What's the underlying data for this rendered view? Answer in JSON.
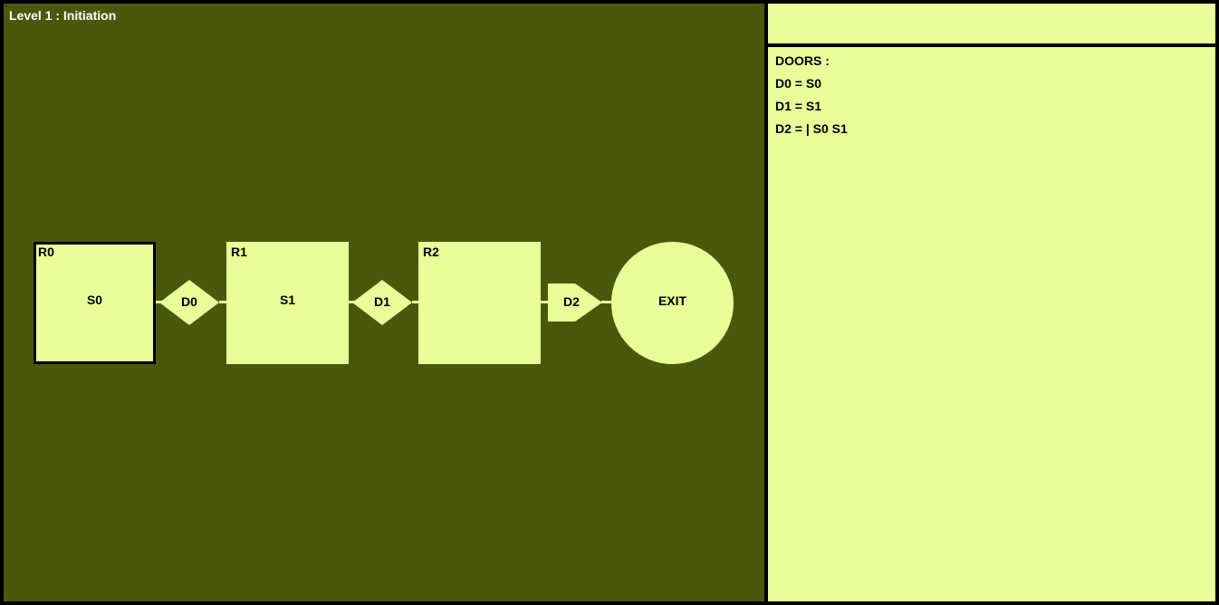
{
  "level": {
    "title": "Level 1 : Initiation"
  },
  "rooms": [
    {
      "id": "R0",
      "switch": "S0",
      "current": true
    },
    {
      "id": "R1",
      "switch": "S1",
      "current": false
    },
    {
      "id": "R2",
      "switch": "",
      "current": false
    }
  ],
  "doors": [
    {
      "id": "D0",
      "shape": "diamond"
    },
    {
      "id": "D1",
      "shape": "diamond"
    },
    {
      "id": "D2",
      "shape": "arrow"
    }
  ],
  "exit": {
    "label": "EXIT"
  },
  "panel": {
    "header": "DOORS :",
    "lines": [
      "D0 = S0",
      "D1 = S1",
      "D2 = | S0 S1"
    ]
  },
  "colors": {
    "background": "#4a580b",
    "element": "#e8fe98",
    "border": "#000000"
  }
}
